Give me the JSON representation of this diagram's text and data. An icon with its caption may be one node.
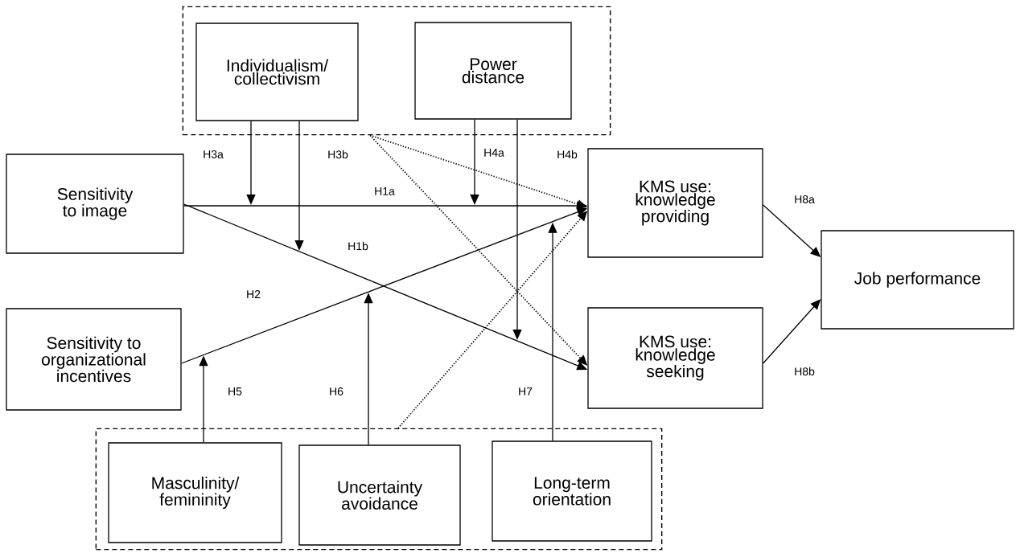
{
  "diagram": {
    "nodes": [
      {
        "text": [],
        "shape": "box"
      },
      {
        "text": [
          "Individualism/ collectivism"
        ],
        "in": 0
      },
      {
        "text": [
          "Power distance"
        ],
        "in": 0
      },
      {
        "text": [
          "Sensitivity to image"
        ]
      },
      {
        "text": [
          "Sensitivity to organizational incentives"
        ]
      },
      {
        "text": [
          "KMS use: knowledge providing"
        ]
      },
      {
        "text": [
          "KMS use: knowledge seeking"
        ]
      },
      {
        "text": [
          "Job performance"
        ]
      },
      {
        "text": [],
        "shape": "box"
      },
      {
        "text": [
          "Masculinity/ femininity"
        ],
        "in": 8
      },
      {
        "text": [
          "Uncertainty avoidance"
        ],
        "in": 8
      },
      {
        "text": [
          "Long-term orientation"
        ],
        "in": 8
      }
    ],
    "edges": [
      {
        "from": 3,
        "to": 5,
        "arrow": "to",
        "label": "H1a"
      },
      {
        "from": 3,
        "to": 6,
        "arrow": "to",
        "label": "H1b"
      },
      {
        "from": 4,
        "to": 5,
        "arrow": "to",
        "label": "H2"
      },
      {
        "from": 1,
        "to": null,
        "arrow": "to",
        "label": "H3a"
      },
      {
        "from": 1,
        "to": null,
        "arrow": "to",
        "label": "H3b"
      },
      {
        "from": 2,
        "to": null,
        "arrow": "to",
        "label": "H4a"
      },
      {
        "from": 2,
        "to": null,
        "arrow": "to",
        "label": "H4b"
      },
      {
        "from": 0,
        "to": 5,
        "arrow": "to",
        "style": "dashed"
      },
      {
        "from": 0,
        "to": 6,
        "arrow": "to",
        "style": "dashed"
      },
      {
        "from": 9,
        "to": null,
        "arrow": "to",
        "label": "H5"
      },
      {
        "from": 10,
        "to": null,
        "arrow": "to",
        "label": "H6"
      },
      {
        "from": 11,
        "to": null,
        "arrow": "to",
        "label": "H7"
      },
      {
        "from": 8,
        "to": 5,
        "arrow": "to",
        "style": "dashed"
      },
      {
        "from": 5,
        "to": 7,
        "arrow": "to",
        "label": "H8a"
      },
      {
        "from": 6,
        "to": 7,
        "arrow": "to",
        "label": "H8b"
      }
    ]
  }
}
